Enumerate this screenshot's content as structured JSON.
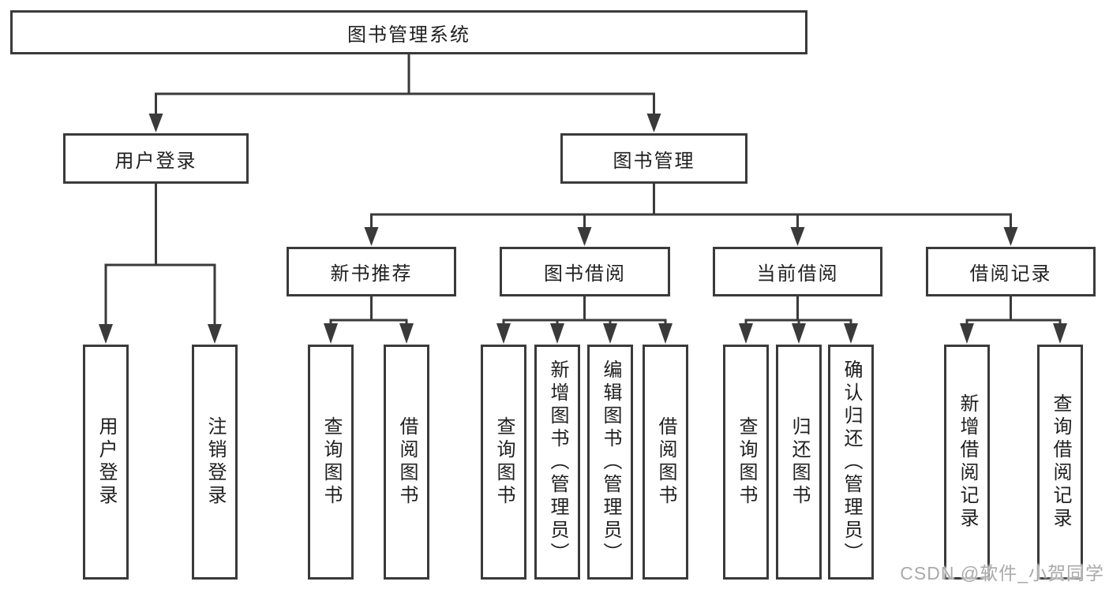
{
  "diagram": {
    "root": "图书管理系统",
    "level1": [
      "用户登录",
      "图书管理"
    ],
    "level2": [
      "新书推荐",
      "图书借阅",
      "当前借阅",
      "借阅记录"
    ],
    "leaves": {
      "user_login": [
        "用户登录",
        "注销登录"
      ],
      "new_book": [
        "查询图书",
        "借阅图书"
      ],
      "book_borrow": [
        "查询图书",
        "新增图书（管理员）",
        "编辑图书（管理员）",
        "借阅图书"
      ],
      "current_borrow": [
        "查询图书",
        "归还图书",
        "确认归还（管理员）"
      ],
      "borrow_record": [
        "新增借阅记录",
        "查询借阅记录"
      ]
    }
  },
  "watermark": "CSDN @软件_小贺同学",
  "colors": {
    "line": "#3a3a3a",
    "text": "#1f1f1f",
    "watermark": "#aaaaaa",
    "background": "#ffffff"
  }
}
